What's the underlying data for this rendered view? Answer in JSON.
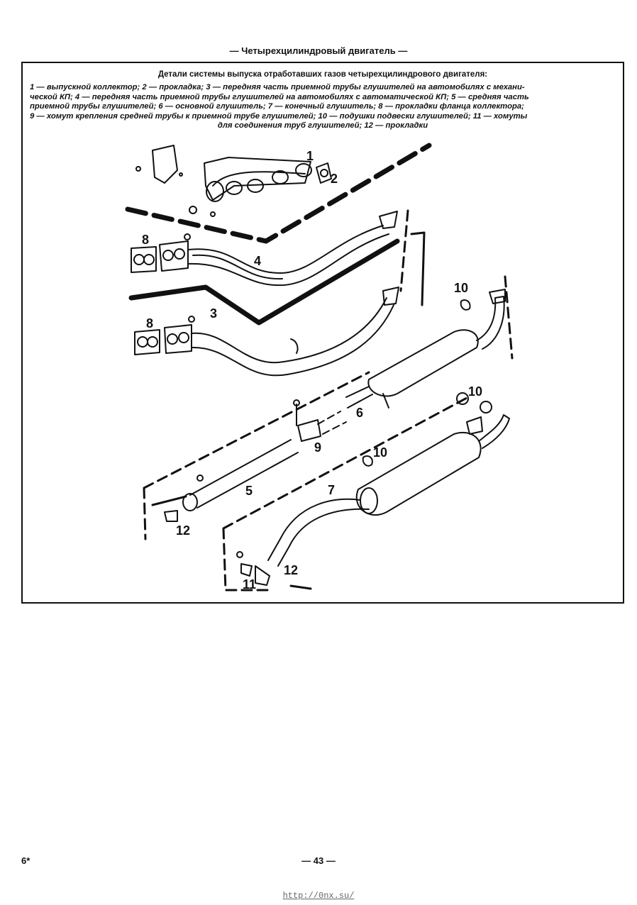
{
  "header": {
    "title": "— Четырехцилиндровый двигатель —"
  },
  "figure": {
    "title": "Детали системы выпуска отработавших газов четырехцилиндрового двигателя:",
    "caption_lines": [
      "1 — выпускной коллектор; 2 — прокладка; 3 — передняя часть приемной трубы глушителей на автомобилях с механи-",
      "ческой КП; 4 — передняя часть приемной трубы глушителей на автомобилях с автоматической КП; 5 — средняя часть",
      "приемной трубы глушителей; 6 — основной глушитель; 7 — конечный глушитель; 8 — прокладки фланца коллектора;",
      "9 — хомут крепления средней трубы к приемной трубе глушителей; 10 — подушки подвески глушителей; 11 — хомуты",
      "для соединения труб глушителей; 12 — прокладки"
    ],
    "callouts": {
      "c1": "1",
      "c2": "2",
      "c3": "3",
      "c4": "4",
      "c5": "5",
      "c6": "6",
      "c7": "7",
      "c8a": "8",
      "c8b": "8",
      "c9": "9",
      "c10a": "10",
      "c10b": "10",
      "c10c": "10",
      "c11": "11",
      "c12a": "12",
      "c12b": "12"
    }
  },
  "footer": {
    "sheet_mark": "6*",
    "page_number": "— 43 —",
    "url": "http://0nx.su/"
  }
}
